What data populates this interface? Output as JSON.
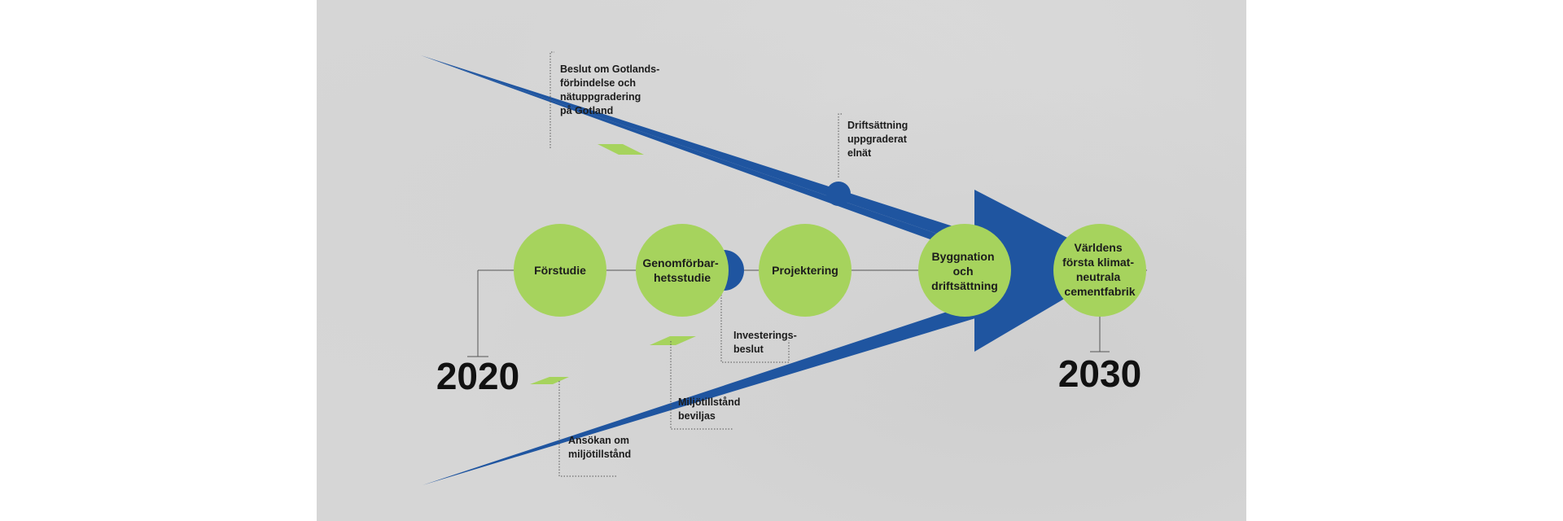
{
  "colors": {
    "blue": "#1f55a0",
    "green": "#a6d35d",
    "text": "#1c1c1c"
  },
  "years": {
    "start": "2020",
    "end": "2030"
  },
  "stages": [
    {
      "lines": [
        "Förstudie"
      ]
    },
    {
      "lines": [
        "Genomförbar-",
        "hetsstudie"
      ]
    },
    {
      "lines": [
        "Projektering"
      ]
    },
    {
      "lines": [
        "Byggnation",
        "och",
        "driftsättning"
      ]
    },
    {
      "lines": [
        "Världens",
        "första klimat-",
        "neutrala",
        "cementfabrik"
      ]
    }
  ],
  "milestones": {
    "beslut_gotland": [
      "Beslut om Gotlands-",
      "förbindelse och",
      "nätuppgradering",
      "på Gotland"
    ],
    "driftsattning_elnat": [
      "Driftsättning",
      "uppgraderat",
      "elnät"
    ],
    "investeringsbeslut": [
      "Investerings-",
      "beslut"
    ],
    "miljotillstand_beviljas": [
      "Miljötillstånd",
      "beviljas"
    ],
    "ansokan_miljotillstand": [
      "Ansökan om",
      "miljötillstånd"
    ]
  }
}
